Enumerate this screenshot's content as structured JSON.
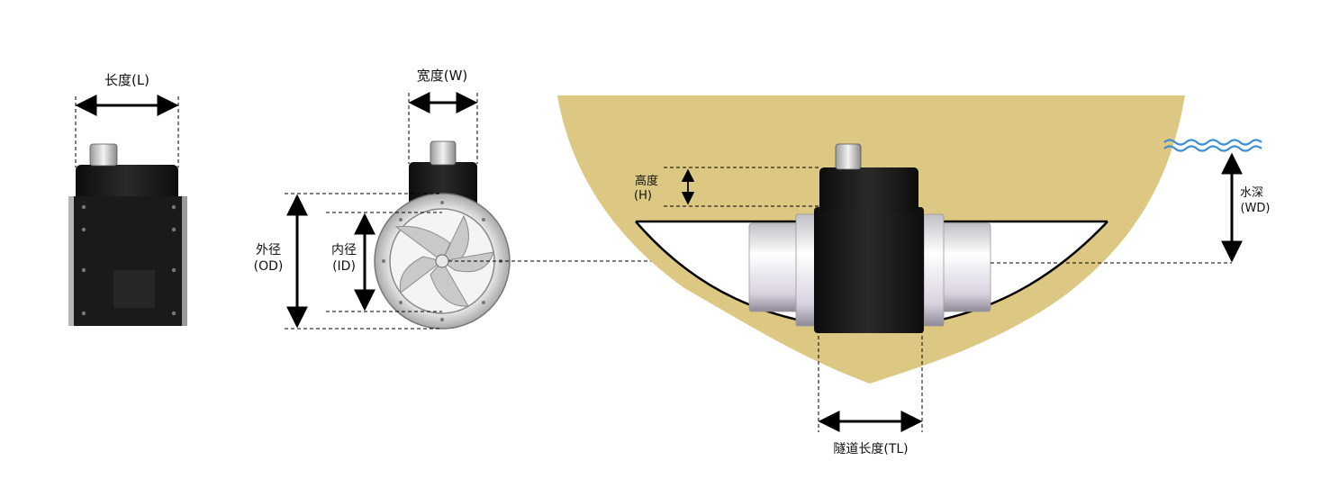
{
  "labels": {
    "length": "长度(L)",
    "width": "宽度(W)",
    "outer_diameter_line1": "外径",
    "outer_diameter_line2": "(OD)",
    "inner_diameter_line1": "内径",
    "inner_diameter_line2": "(ID)",
    "height_line1": "高度",
    "height_line2": "(H)",
    "water_depth_line1": "水深",
    "water_depth_line2": "(WD)",
    "tunnel_length": "隧道长度(TL)"
  },
  "colors": {
    "hull": "#dcc882",
    "water": "#3a8fd6",
    "body": "#1c1c1c",
    "tube": "#e9e9ee"
  }
}
